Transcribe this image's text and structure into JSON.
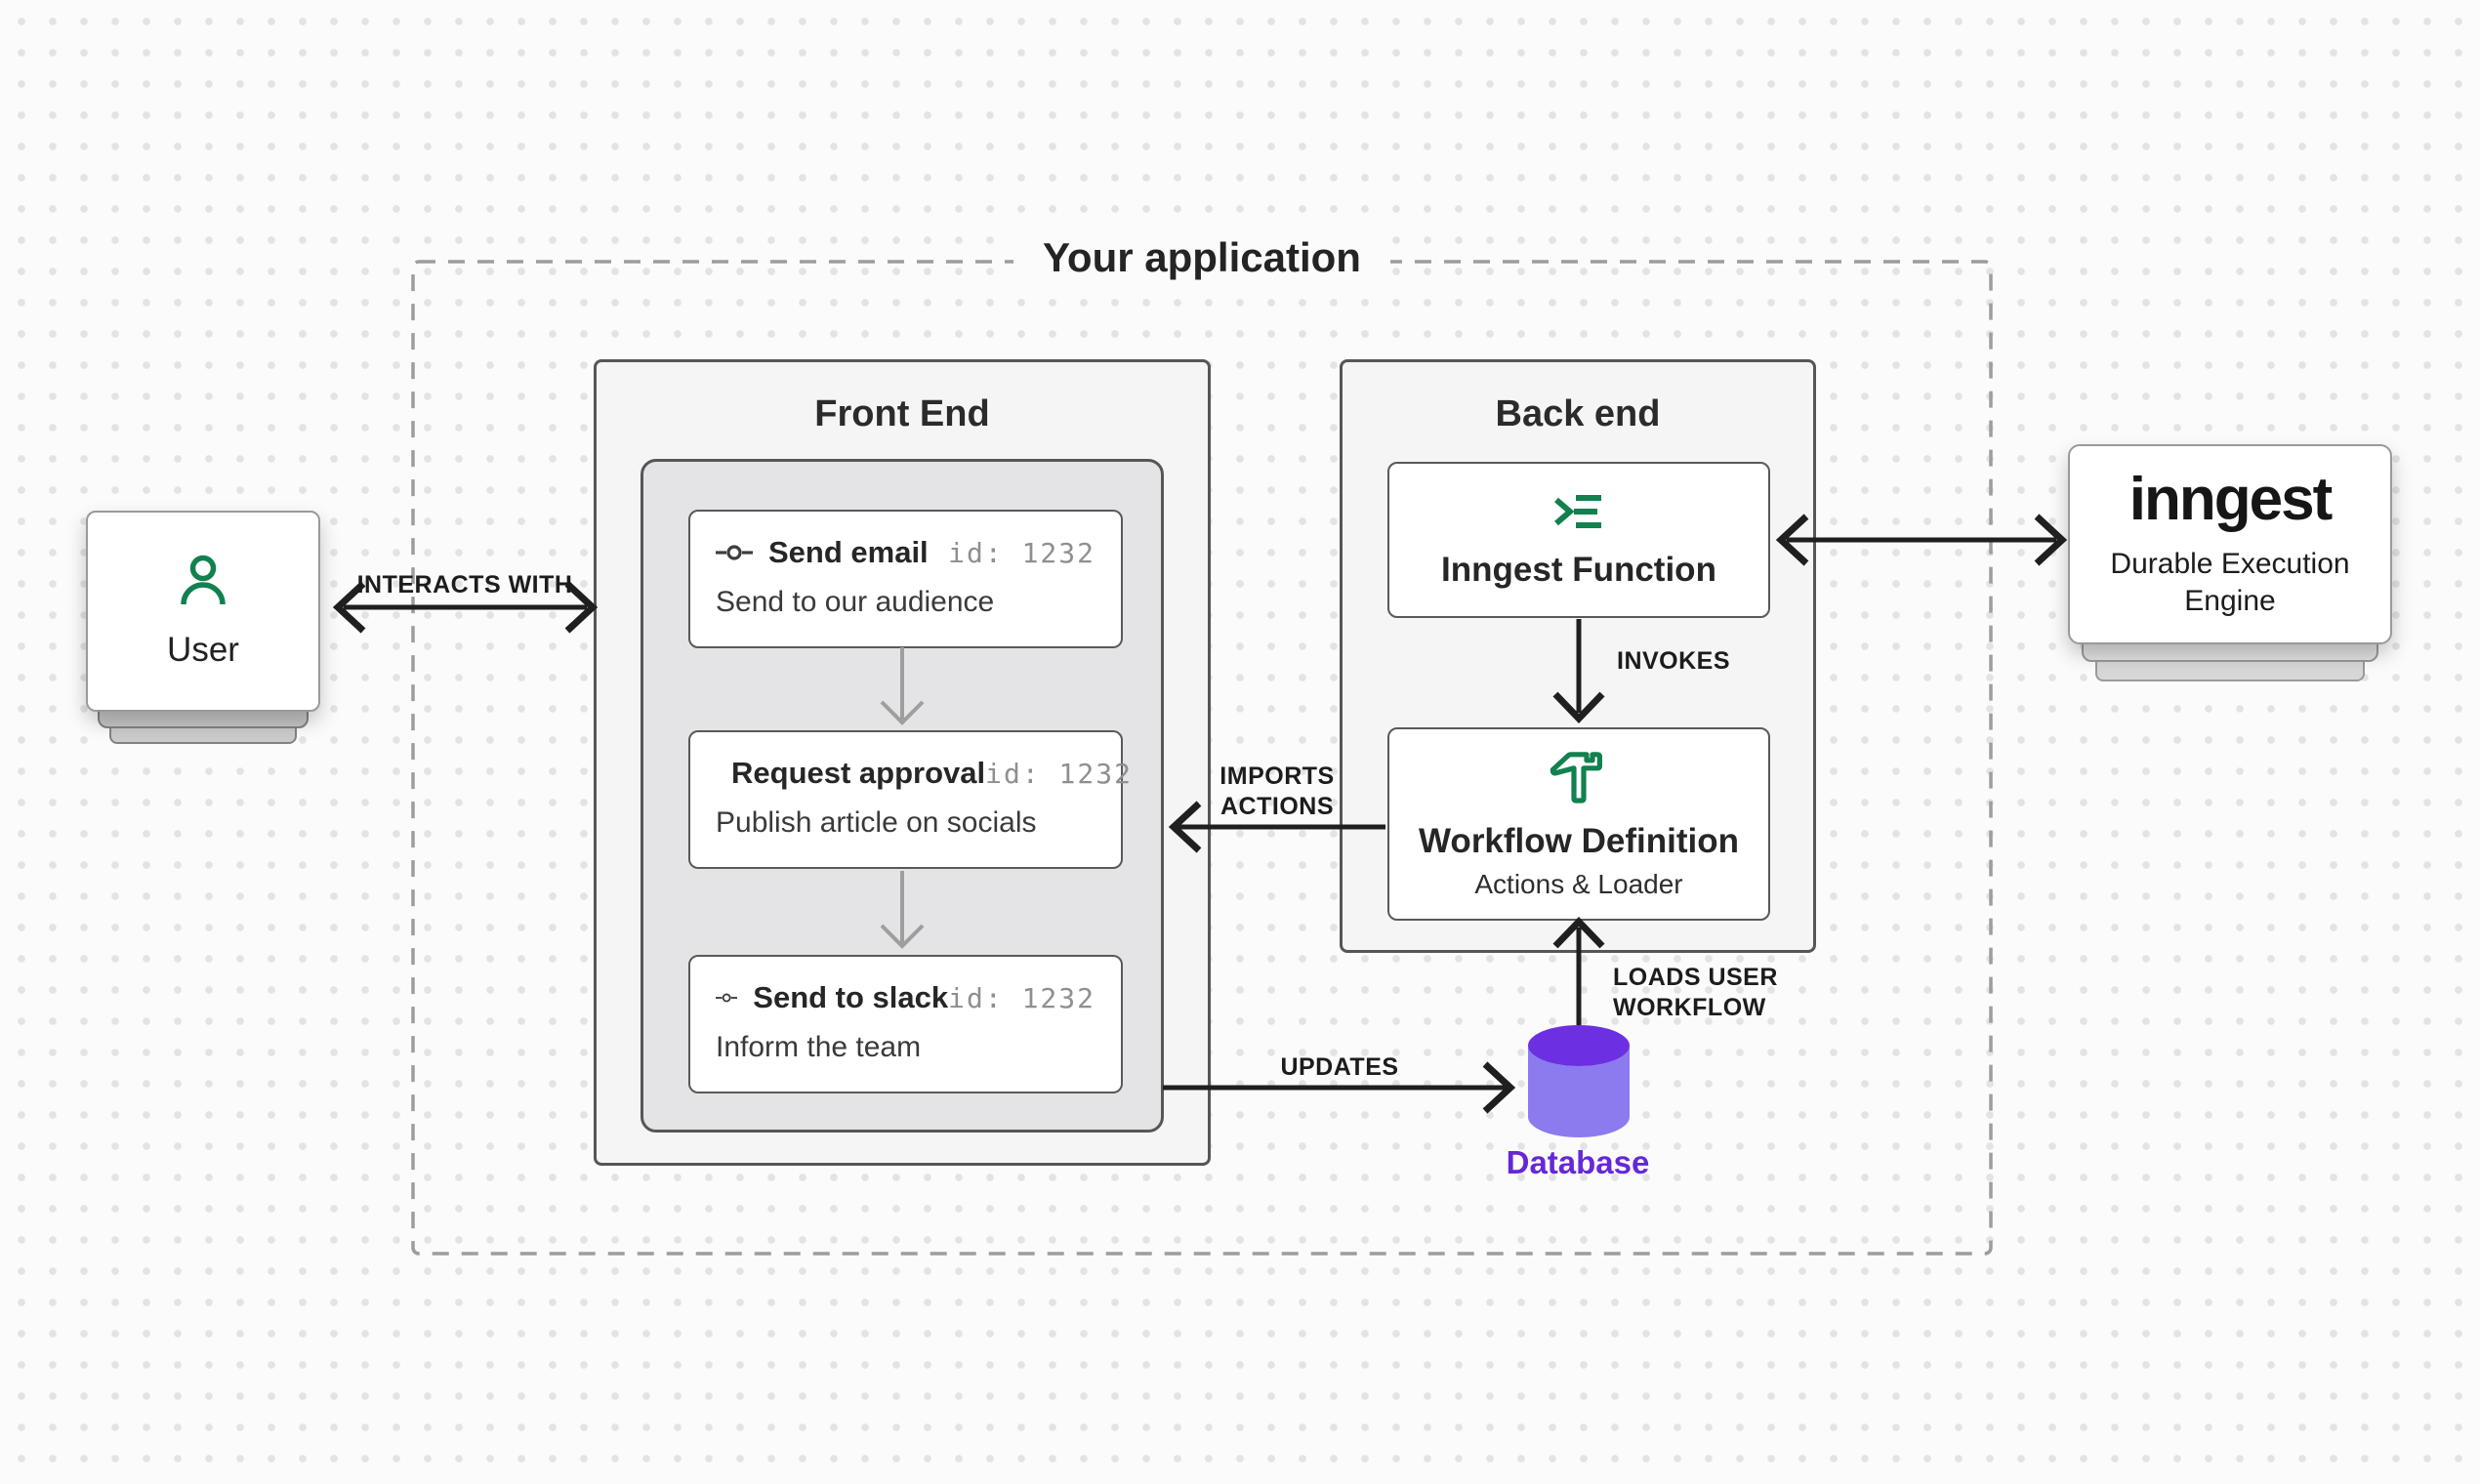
{
  "application": {
    "title": "Your application"
  },
  "nodes": {
    "user": {
      "label": "User"
    },
    "frontend": {
      "title": "Front End",
      "cards": [
        {
          "title": "Send email",
          "id": "id: 1232",
          "description": "Send to our audience"
        },
        {
          "title": "Request approval",
          "id": "id: 1232",
          "description": "Publish article on socials"
        },
        {
          "title": "Send to slack",
          "id": "id: 1232",
          "description": "Inform the team"
        }
      ]
    },
    "backend": {
      "title": "Back end",
      "function_card": {
        "label": "Inngest Function"
      },
      "workflow_card": {
        "label": "Workflow Definition",
        "sublabel": "Actions & Loader"
      }
    },
    "inngest": {
      "logo": "inngest",
      "sublabel": "Durable Execution Engine"
    },
    "database": {
      "label": "Database"
    }
  },
  "edges": {
    "interacts_with": {
      "label": "INTERACTS WITH"
    },
    "invokes": {
      "label": "INVOKES"
    },
    "imports_actions": {
      "line1": "IMPORTS",
      "line2": "ACTIONS"
    },
    "updates": {
      "label": "UPDATES"
    },
    "loads_user_workflow": {
      "line1": "LOADS USER",
      "line2": "WORKFLOW"
    }
  },
  "icons": {
    "user": "user-icon",
    "terminal": "terminal-prompt-icon",
    "hammer": "hammer-icon",
    "commit": "commit-step-icon",
    "database": "database-cylinder-icon"
  },
  "colors": {
    "background": "#fbfbfb",
    "dot": "#e3e3e3",
    "panel_fill": "#f5f5f5",
    "inner_fill": "#e4e4e6",
    "panel_border": "#565656",
    "green": "#12814f",
    "arrow_black": "#1f1f1f",
    "arrow_gray": "#9e9e9e",
    "dashed_border": "#9d9d9d",
    "db_top": "#6d2fe2",
    "db_body": "#8b7bef",
    "db_label": "#6627d8",
    "id_text": "#8f8f8f"
  }
}
